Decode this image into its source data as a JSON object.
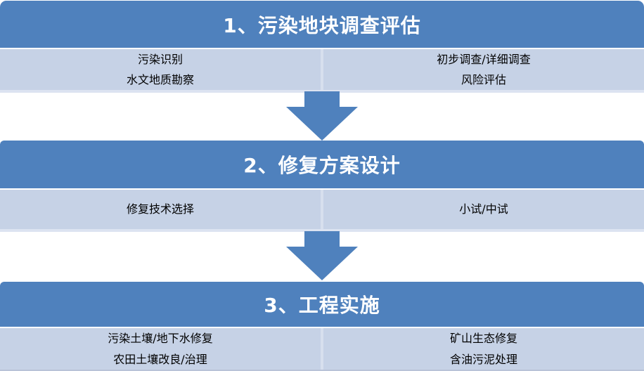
{
  "colors": {
    "header_blue": "#4f81bd",
    "cell_blue": "#c6d2e6",
    "divider_blue": "#d7dfee",
    "edge_blue": "#dce3f1",
    "arrow_blue": "#4f81bd",
    "header_text": "#ffffff",
    "body_text": "#000000",
    "canvas_bg": "#ffffff",
    "bottom_edge": "#b9c3d8"
  },
  "stages": [
    {
      "title": "1、污染地块调查评估",
      "left_items": [
        "污染识别",
        "水文地质勘察"
      ],
      "right_items": [
        "初步调查/详细调查",
        "风险评估"
      ]
    },
    {
      "title": "2、修复方案设计",
      "left_items": [
        "修复技术选择"
      ],
      "right_items": [
        "小试/中试"
      ]
    },
    {
      "title": "3、工程实施",
      "left_items": [
        "污染土壤/地下水修复",
        "农田土壤改良/治理"
      ],
      "right_items": [
        "矿山生态修复",
        "含油污泥处理"
      ]
    }
  ],
  "icons": {
    "arrow_1": "block-down-arrow",
    "arrow_2": "block-down-arrow"
  }
}
